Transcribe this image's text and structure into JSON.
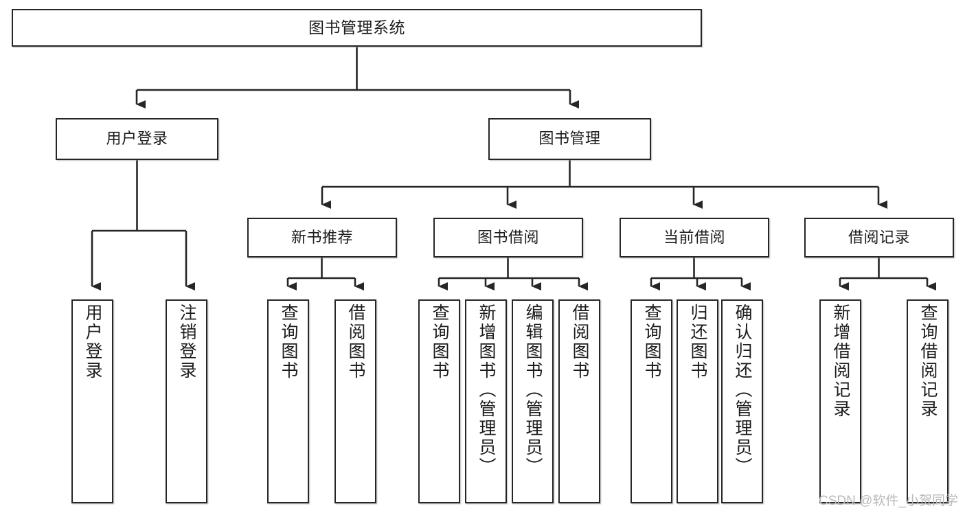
{
  "diagram": {
    "title": "图书管理系统",
    "type": "tree",
    "watermark": "CSDN @软件_小贺同学",
    "colors": {
      "stroke": "#262626",
      "fill": "#ffffff",
      "text": "#1c1c1c",
      "watermark": "#b9b9b9"
    },
    "nodes": {
      "root": {
        "label": "图书管理系统"
      },
      "level2": [
        {
          "label": "用户登录"
        },
        {
          "label": "图书管理"
        }
      ],
      "level3": [
        {
          "label": "新书推荐"
        },
        {
          "label": "图书借阅"
        },
        {
          "label": "当前借阅"
        },
        {
          "label": "借阅记录"
        }
      ],
      "leaves": [
        {
          "label": "用户登录",
          "parent": "用户登录"
        },
        {
          "label": "注销登录",
          "parent": "用户登录"
        },
        {
          "label": "查询图书",
          "parent": "新书推荐"
        },
        {
          "label": "借阅图书",
          "parent": "新书推荐"
        },
        {
          "label": "查询图书",
          "parent": "图书借阅"
        },
        {
          "label": "新增图书（管理员）",
          "parent": "图书借阅"
        },
        {
          "label": "编辑图书（管理员）",
          "parent": "图书借阅"
        },
        {
          "label": "借阅图书",
          "parent": "图书借阅"
        },
        {
          "label": "查询图书",
          "parent": "当前借阅"
        },
        {
          "label": "归还图书",
          "parent": "当前借阅"
        },
        {
          "label": "确认归还（管理员）",
          "parent": "当前借阅"
        },
        {
          "label": "新增借阅记录",
          "parent": "借阅记录"
        },
        {
          "label": "查询借阅记录",
          "parent": "借阅记录"
        }
      ]
    }
  }
}
